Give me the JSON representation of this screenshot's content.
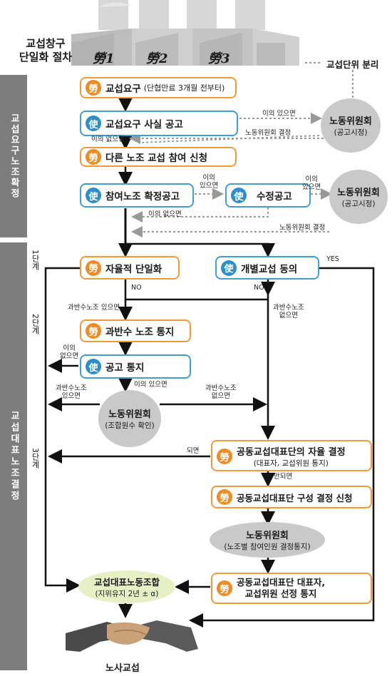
{
  "header": {
    "title_line1": "교섭창구",
    "title_line2": "단일화 절차",
    "unions": [
      "勞1",
      "勞2",
      "勞3"
    ],
    "split_label": "교섭단위 분리"
  },
  "sidebar": {
    "section1_label": "교섭요구노조확정",
    "section2_label": "교섭대표노조결정"
  },
  "stages": [
    "1단계",
    "2단계",
    "3단계"
  ],
  "badges": {
    "labor": "勞",
    "employer": "使"
  },
  "nodes": {
    "bargain_request": "교섭요구",
    "bargain_request_note": "(단협만료 3개월 전부터)",
    "request_notice": "교섭요구 사실 공고",
    "other_union_apply": "다른 노조 교섭 참여 신청",
    "participation_notice": "참여노조 확정공고",
    "revision_notice": "수정공고",
    "voluntary_unification": "자율적 단일화",
    "individual_bargaining": "개별교섭 동의",
    "majority_notice": "과반수 노조 통지",
    "public_notice": "공고 통지",
    "joint_team_decision": "공동교섭대표단의 자율 결정",
    "joint_team_decision_note": "(대표자, 교섭위원 통지)",
    "joint_team_apply": "공동교섭대표단 구성 결정 신청",
    "joint_team_notify_line1": "공동교섭대표단 대표자,",
    "joint_team_notify_line2": "교섭위원 선정 통지",
    "rep_union": "교섭대표노동조합",
    "rep_union_note": "(지위유지 2년 ± α)"
  },
  "circles": {
    "labor_committee": "노동위원회",
    "public_notice_sub": "(공고시정)",
    "member_count_sub": "(조합원수 확인)",
    "participation_sub": "(노조별 참여인원 결정통지)"
  },
  "edge_labels": {
    "objection_yes": "이의 있으면",
    "objection_yes_2line_1": "이의",
    "objection_yes_2line_2": "있으면",
    "objection_no": "이의 없으면",
    "objection_no_2line_1": "이의",
    "objection_no_2line_2": "없으면",
    "committee_decision": "노동위원회 결정",
    "no": "NO",
    "yes": "YES",
    "majority_yes": "과반수노조 있으면",
    "majority_yes_2line_1": "과반수노조",
    "majority_yes_2line_2": "있으면",
    "majority_no_1": "과반수노조",
    "majority_no_2": "없으면",
    "done": "되면",
    "not_done": "안되면"
  },
  "footer": {
    "handshake_label": "노사교섭"
  },
  "colors": {
    "orange": "#f29a3a",
    "blue": "#3e9fd3",
    "sidebar_gray": "#7d7d7d",
    "circle_gray": "#c9c9c9",
    "rep_green": "#e6f0c4"
  }
}
